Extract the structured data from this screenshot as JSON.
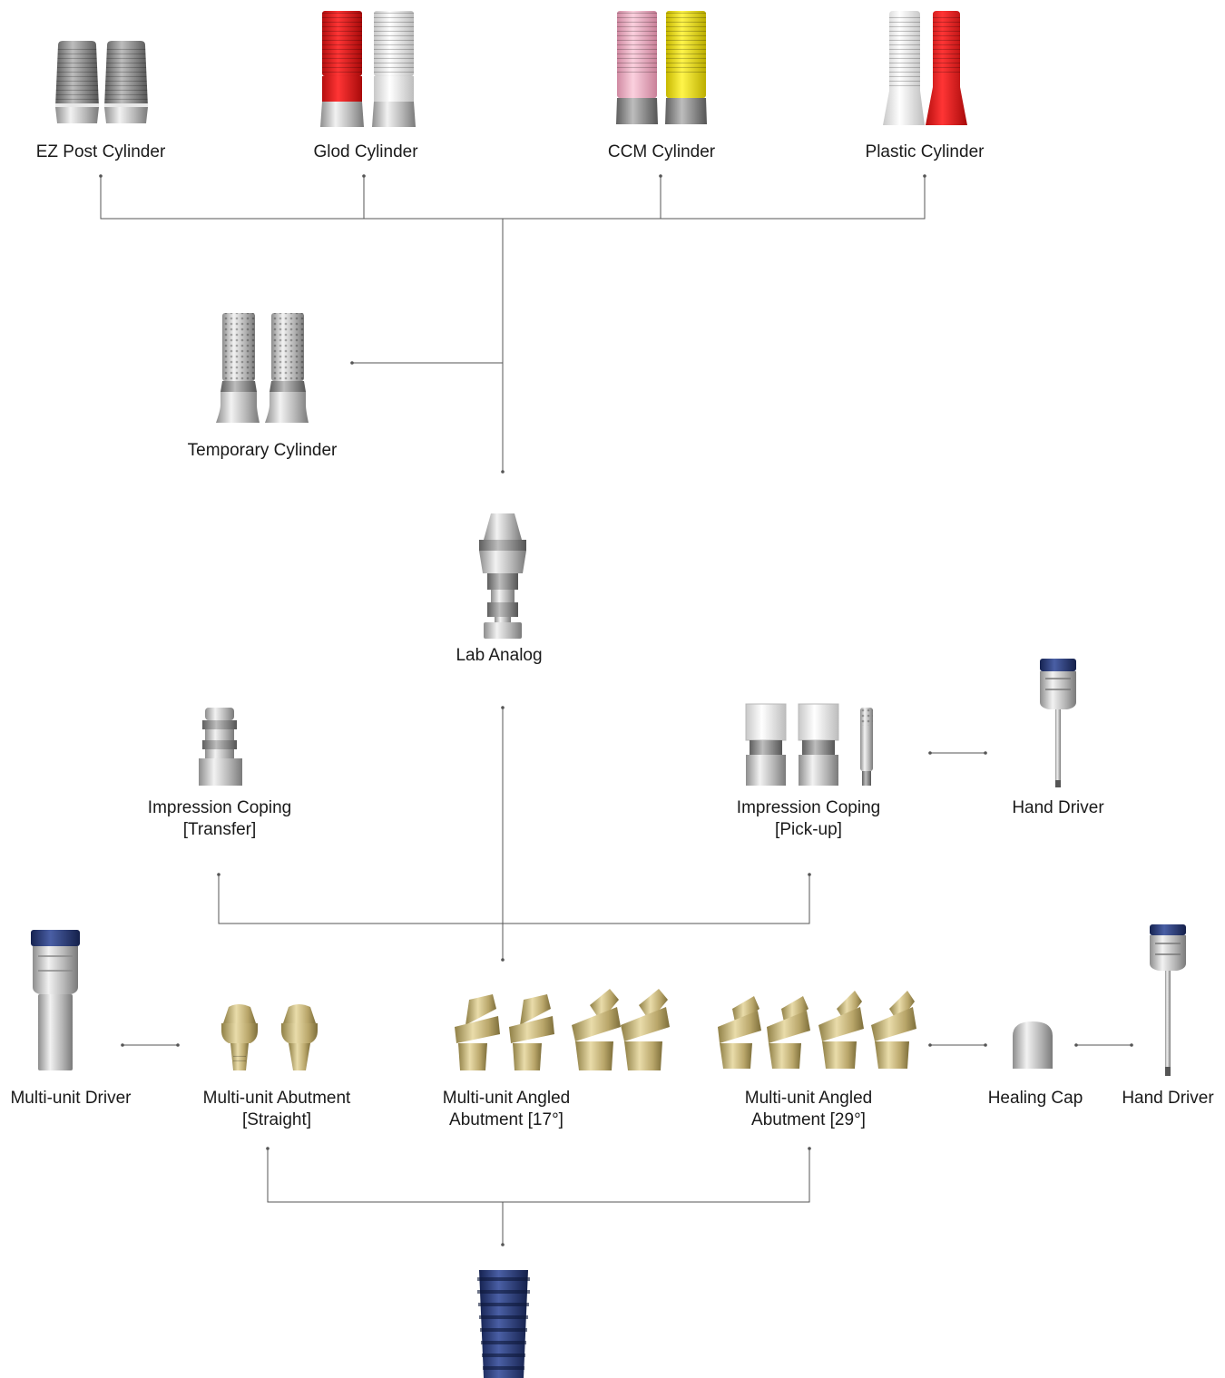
{
  "components": {
    "ez_post_cylinder": {
      "label": "EZ Post Cylinder"
    },
    "glod_cylinder": {
      "label": "Glod Cylinder"
    },
    "ccm_cylinder": {
      "label": "CCM Cylinder"
    },
    "plastic_cylinder": {
      "label": "Plastic Cylinder"
    },
    "temporary_cylinder": {
      "label": "Temporary Cylinder"
    },
    "lab_analog": {
      "label": "Lab Analog"
    },
    "impression_coping_transfer": {
      "line1": "Impression Coping",
      "line2": "[Transfer]"
    },
    "impression_coping_pickup": {
      "line1": "Impression Coping",
      "line2": "[Pick-up]"
    },
    "hand_driver_upper": {
      "label": "Hand Driver"
    },
    "multi_unit_driver": {
      "label": "Multi-unit Driver"
    },
    "multi_unit_abutment_straight": {
      "line1": "Multi-unit Abutment",
      "line2": "[Straight]"
    },
    "multi_unit_angled_17": {
      "line1": "Multi-unit Angled",
      "line2": "Abutment [17°]"
    },
    "multi_unit_angled_29": {
      "line1": "Multi-unit Angled",
      "line2": "Abutment [29°]"
    },
    "healing_cap": {
      "label": "Healing Cap"
    },
    "hand_driver_lower": {
      "label": "Hand Driver"
    }
  },
  "colors": {
    "connector_line": "#555555",
    "titanium": "#c9c9c9",
    "gold_alloy": "#c9b77a",
    "red_plastic": "#e01818",
    "white_plastic": "#eeeeee",
    "pink_ccm": "#f2b3c8",
    "yellow_ccm": "#f2e20d",
    "implant_blue": "#2b3f7a",
    "driver_cap_blue": "#2e3ea0"
  }
}
